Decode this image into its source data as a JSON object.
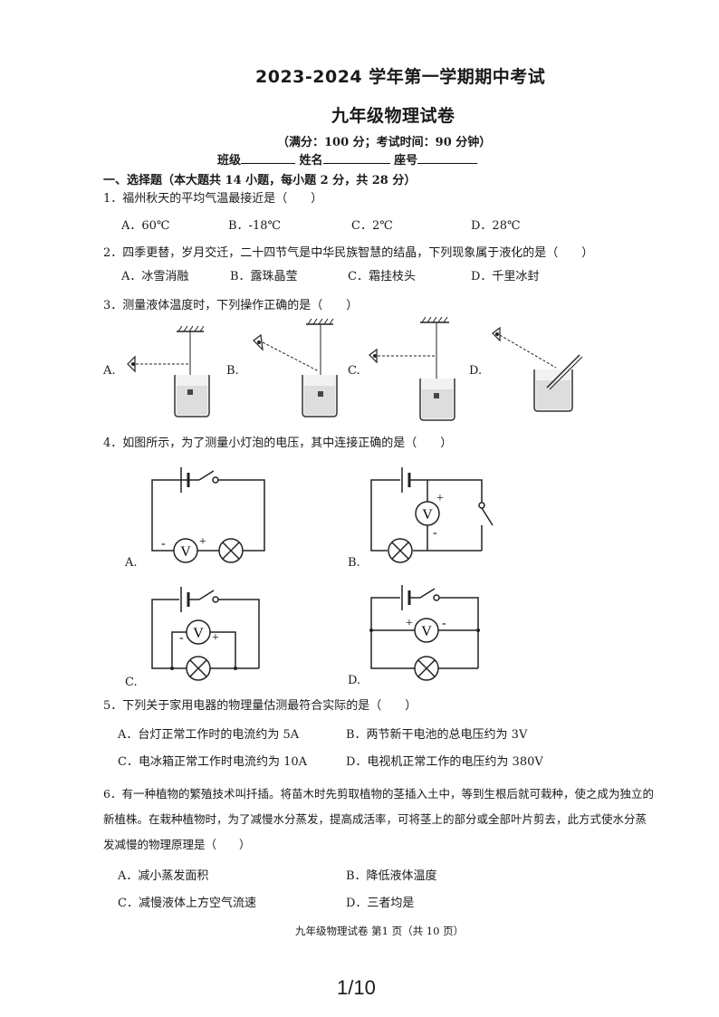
{
  "header": {
    "title": "2023-2024 学年第一学期期中考试",
    "subtitle": "九年级物理试卷",
    "exam_info": "（满分：100 分；考试时间：90 分钟）",
    "class_label": "班级",
    "name_label": "姓名",
    "seat_label": "座号"
  },
  "section1": {
    "heading": "一、选择题（本大题共 14 小题，每小题 2 分，共 28 分）"
  },
  "questions": {
    "q1": {
      "stem": "1．福州秋天的平均气温最接近是（　　）",
      "options": [
        "A．60℃",
        "B．-18℃",
        "C．2℃",
        "D．28℃"
      ]
    },
    "q2": {
      "stem": "2．四季更替，岁月交迁，二十四节气是中华民族智慧的结晶，下列现象属于液化的是（　　）",
      "options": [
        "A．冰雪消融",
        "B．露珠晶莹",
        "C．霜挂枝头",
        "D．千里冰封"
      ]
    },
    "q3": {
      "stem": "3．测量液体温度时，下列操作正确的是（　　）",
      "options": [
        "A.",
        "B.",
        "C.",
        "D."
      ]
    },
    "q4": {
      "stem": "4．如图所示，为了测量小灯泡的电压，其中连接正确的是（　　）",
      "options": [
        "A.",
        "B.",
        "C.",
        "D."
      ],
      "meter_symbol": "V",
      "plus": "+",
      "minus": "-"
    },
    "q5": {
      "stem": "5．下列关于家用电器的物理量估测最符合实际的是（　　）",
      "options": [
        "A．台灯正常工作时的电流约为 5A",
        "B．两节新干电池的总电压约为 3V",
        "C．电冰箱正常工作时电流约为 10A",
        "D．电视机正常工作的电压约为 380V"
      ]
    },
    "q6": {
      "stem_lines": [
        "6．有一种植物的繁殖技术叫扦插。将苗木时先剪取植物的茎插入土中，等到生根后就可栽种，使之成为独立的",
        "新植株。在栽种植物时，为了减慢水分蒸发，提高成活率，可将茎上的部分或全部叶片剪去，此方式使水分蒸",
        "发减慢的物理原理是（　　）"
      ],
      "options": [
        "A．减小蒸发面积",
        "B．降低液体温度",
        "C．减慢液体上方空气流速",
        "D．三者均是"
      ]
    }
  },
  "footer": {
    "page_footer": "九年级物理试卷  第1 页（共 10 页）",
    "page_indicator": "1/10"
  }
}
